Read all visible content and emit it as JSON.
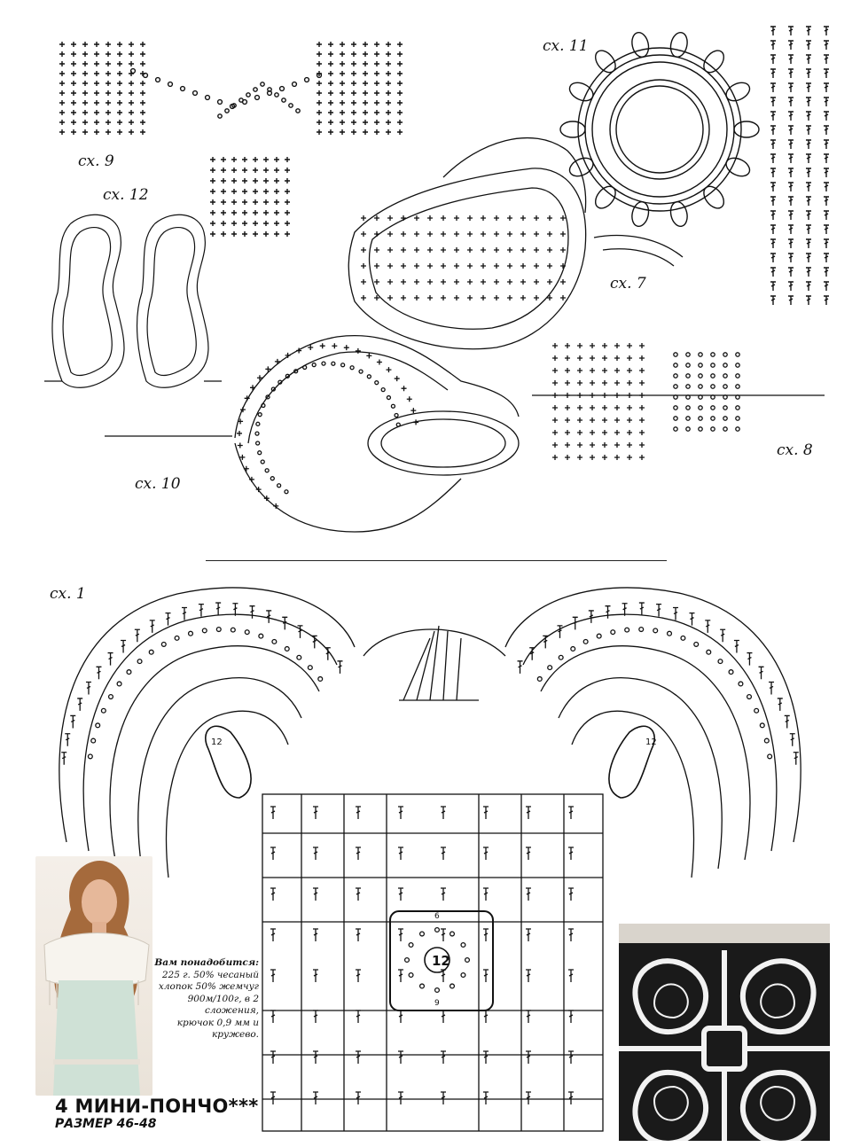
{
  "schemes": {
    "sch1": "сх. 1",
    "sch7": "сх. 7",
    "sch8": "сх. 8",
    "sch9": "сх. 9",
    "sch10": "сх. 10",
    "sch11": "сх. 11",
    "sch12": "сх. 12"
  },
  "motif": {
    "center_number": "12",
    "top_number": "6",
    "bottom_number": "9",
    "teardrop_left_number": "12",
    "teardrop_right_number": "12"
  },
  "materials": {
    "heading": "Вам понадобится:",
    "line1": "225 г. 50% чесаный",
    "line2": "хлопок 50% жемчуг",
    "line3": "900м/100г, в 2",
    "line4": "сложения,",
    "line5": "крючок 0,9 мм и",
    "line6": "кружево."
  },
  "product": {
    "title": "4 МИНИ-ПОНЧО***",
    "size": "РАЗМЕР 46-48"
  },
  "colors": {
    "ink": "#111111",
    "paper": "#ffffff",
    "lace_bg": "#1a1a1a",
    "lace": "#f2f2f2"
  }
}
